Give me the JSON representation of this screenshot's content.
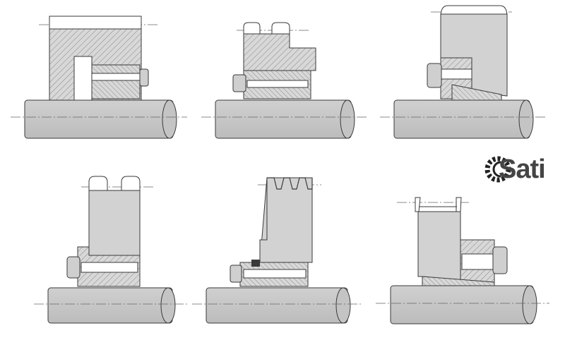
{
  "brand": {
    "name": "Sati",
    "logo_icon": "gear-icon",
    "logo_color": "#222222"
  },
  "colors": {
    "shaft_fill": "#c8c8c8",
    "part_fill": "#d2d2d2",
    "hatch": "#8a8a8a",
    "outline": "#3a3a3a",
    "centerline": "#666666"
  },
  "assemblies": [
    {
      "id": "a1",
      "variant": "gear-hub-internal-bearing"
    },
    {
      "id": "a2",
      "variant": "pulley-two-groove"
    },
    {
      "id": "a3",
      "variant": "flanged-wheel"
    },
    {
      "id": "a4",
      "variant": "pulley-tall-two-groove"
    },
    {
      "id": "a5",
      "variant": "sprocket-triple"
    },
    {
      "id": "a6",
      "variant": "belt-wheel-open"
    }
  ]
}
